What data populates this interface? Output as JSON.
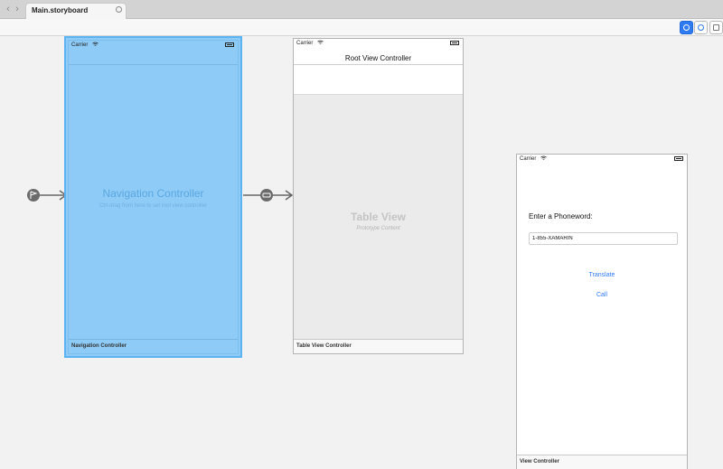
{
  "tabbar": {
    "back_glyph": "‹",
    "forward_glyph": "›",
    "active_tab": "Main.storyboard"
  },
  "toolbar": {
    "buttons": [
      "select-tool-icon",
      "constraint-tool-icon",
      "frame-tool-icon"
    ]
  },
  "scenes": {
    "navigation_controller": {
      "carrier": "Carrier",
      "title": "Navigation Controller",
      "hint": "Ctrl-drag from here to set root view controller",
      "footer": "Navigation Controller"
    },
    "table_view_controller": {
      "carrier": "Carrier",
      "nav_title": "Root View Controller",
      "body_title": "Table View",
      "body_subtitle": "Prototype Content",
      "footer": "Table View Controller"
    },
    "view_controller": {
      "carrier": "Carrier",
      "prompt_label": "Enter a Phoneword:",
      "phone_field_value": "1-855-XAMARIN",
      "translate_button": "Translate",
      "call_button": "Call",
      "footer": "View Controller"
    }
  },
  "colors": {
    "accent": "#2f7bf5",
    "selection": "#8ecbf6",
    "canvas": "#f2f2f2"
  }
}
